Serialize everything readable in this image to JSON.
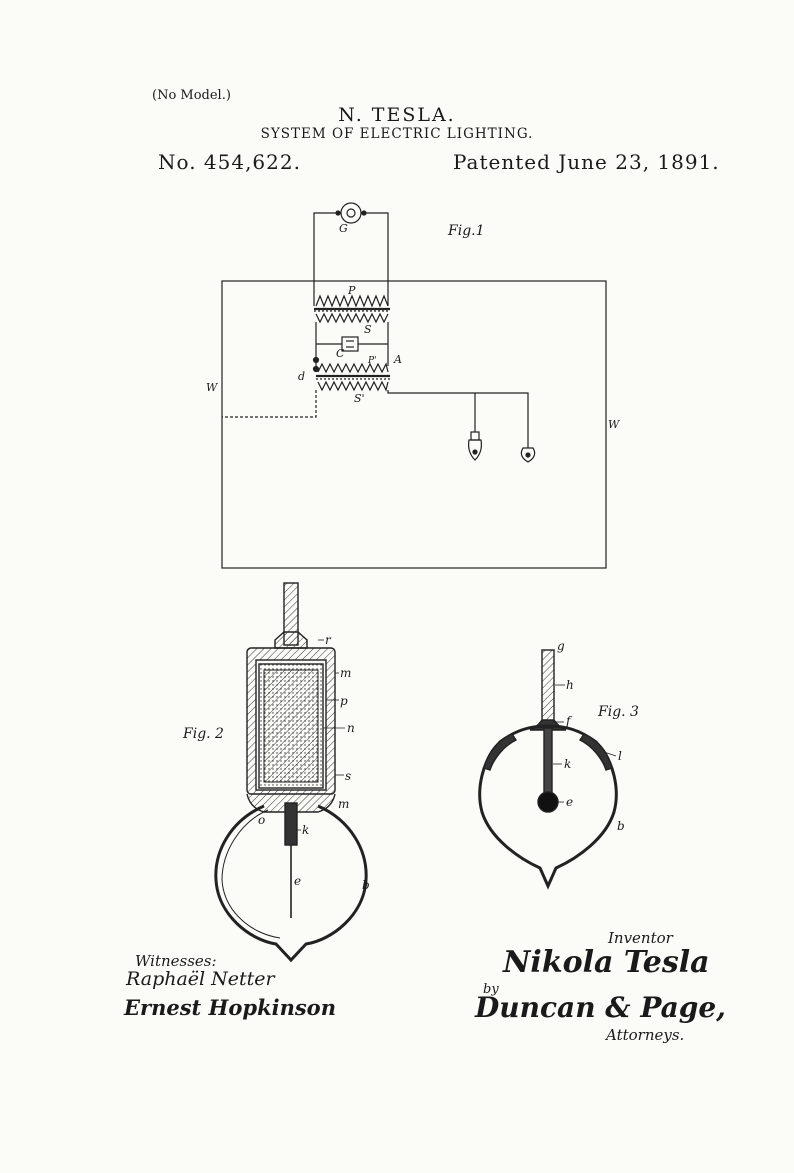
{
  "header": {
    "no_model": "(No Model.)",
    "inventor_name": "N. TESLA.",
    "title": "SYSTEM OF ELECTRIC LIGHTING.",
    "patent_number": "No. 454,622.",
    "patent_date": "Patented June 23, 1891."
  },
  "figures": {
    "fig1": {
      "label": "Fig.1",
      "letters": {
        "G": "G",
        "P": "P",
        "S": "S",
        "C": "C",
        "P1": "P'",
        "A": "A",
        "d": "d",
        "S1": "S'",
        "W_left": "W",
        "W_right": "W"
      }
    },
    "fig2": {
      "label": "Fig. 2",
      "letters": {
        "r": "r",
        "m_top": "m",
        "p": "p",
        "n": "n",
        "s": "s",
        "m_bottom": "m",
        "o": "o",
        "k": "k",
        "e": "e",
        "b": "b"
      }
    },
    "fig3": {
      "label": "Fig. 3",
      "letters": {
        "g": "g",
        "h": "h",
        "f": "f",
        "l": "l",
        "k": "k",
        "e": "e",
        "b": "b"
      }
    }
  },
  "footer": {
    "witnesses_label": "Witnesses:",
    "witness_1": "Raphaël Netter",
    "witness_2": "Ernest Hopkinson",
    "inventor_label": "Inventor",
    "inventor_signature": "Nikola Tesla",
    "by_label": "by",
    "attorney_signature": "Duncan & Page,",
    "attorneys_label": "Attorneys."
  }
}
